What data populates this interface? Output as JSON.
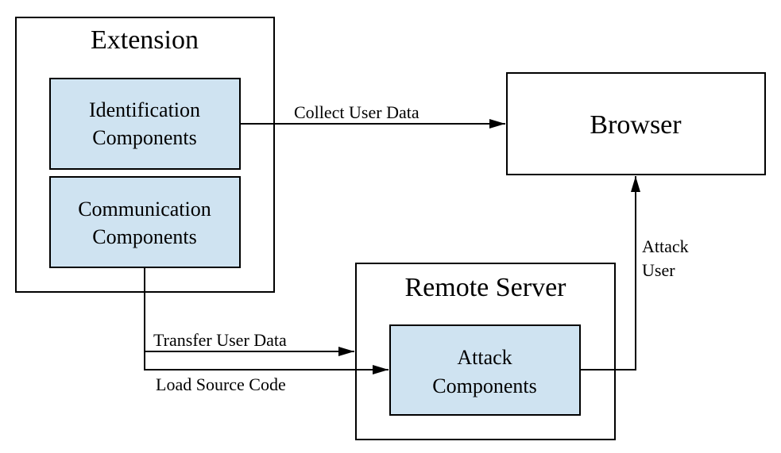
{
  "diagram": {
    "colors": {
      "component_fill": "#cfe3f1",
      "container_fill": "#ffffff",
      "stroke": "#000000"
    },
    "extension": {
      "title": "Extension",
      "identification": {
        "line1": "Identification",
        "line2": "Components"
      },
      "communication": {
        "line1": "Communication",
        "line2": "Components"
      }
    },
    "browser": {
      "title": "Browser"
    },
    "remote_server": {
      "title": "Remote Server",
      "attack": {
        "line1": "Attack",
        "line2": "Components"
      }
    },
    "edges": {
      "collect": "Collect User Data",
      "transfer": "Transfer User Data",
      "load": "Load Source Code",
      "attack_line1": "Attack",
      "attack_line2": "User"
    }
  }
}
